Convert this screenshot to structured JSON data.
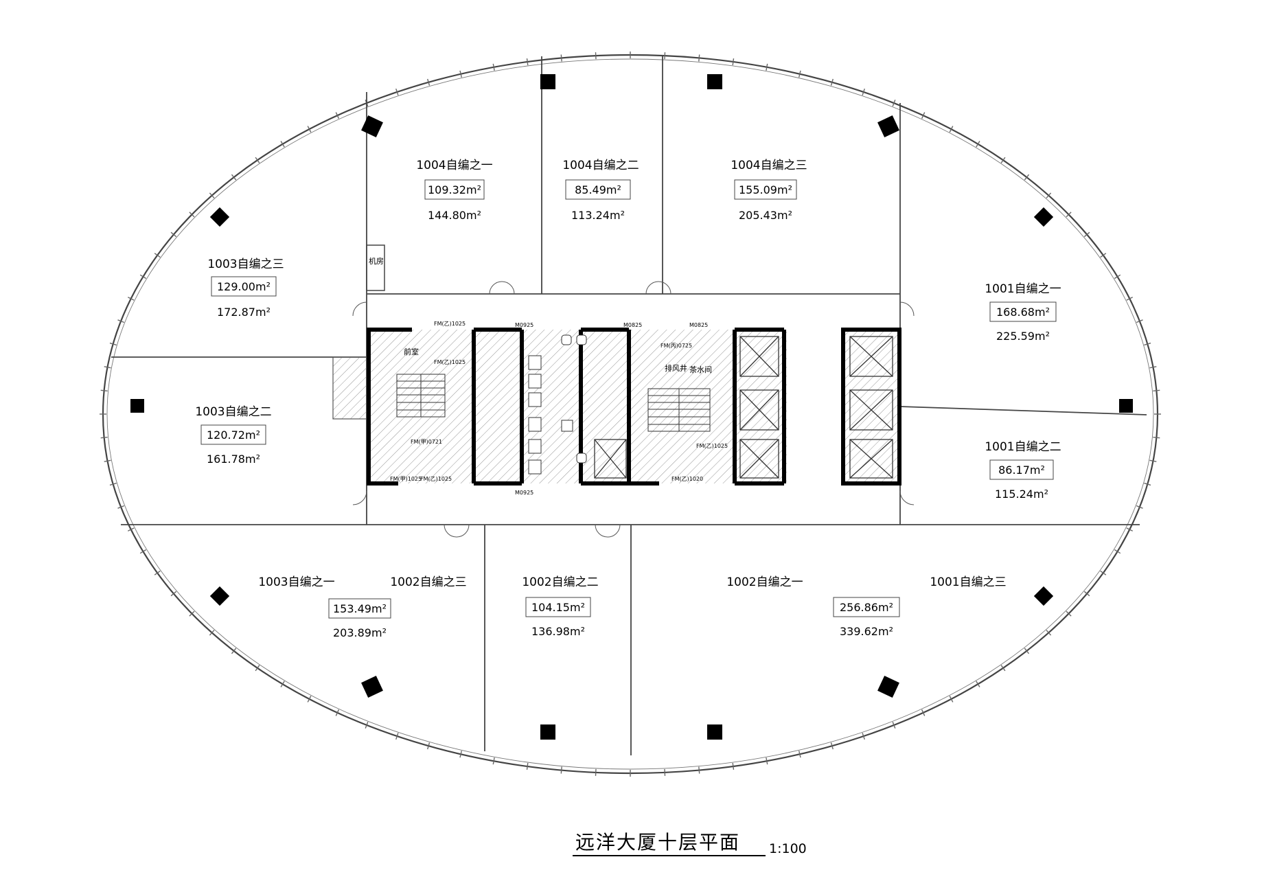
{
  "title": "远洋大厦十层平面",
  "scale": "1:100",
  "area_unit": "m²",
  "units": [
    {
      "name": "1004自编之一",
      "inner_area": "109.32m²",
      "gross_area": "144.80m²"
    },
    {
      "name": "1004自编之二",
      "inner_area": "85.49m²",
      "gross_area": "113.24m²"
    },
    {
      "name": "1004自编之三",
      "inner_area": "155.09m²",
      "gross_area": "205.43m²"
    },
    {
      "name": "1003自编之三",
      "inner_area": "129.00m²",
      "gross_area": "172.87m²"
    },
    {
      "name": "1003自编之二",
      "inner_area": "120.72m²",
      "gross_area": "161.78m²"
    },
    {
      "name": "1001自编之一",
      "inner_area": "168.68m²",
      "gross_area": "225.59m²"
    },
    {
      "name": "1001自编之二",
      "inner_area": "86.17m²",
      "gross_area": "115.24m²"
    },
    {
      "name": "1003自编之一",
      "inner_area": "153.49m²",
      "gross_area": "203.89m²"
    },
    {
      "name": "1002自编之二",
      "inner_area": "104.15m²",
      "gross_area": "136.98m²"
    },
    {
      "name": "1002自编之一",
      "inner_area": "256.86m²",
      "gross_area": "339.62m²"
    }
  ],
  "unlabeled_units": [
    "1002自编之三",
    "1001自编之三"
  ],
  "core_labels": {
    "machine_room": "机房",
    "anteroom": "前室",
    "tea_room": "茶水间",
    "shaft": "排风井"
  },
  "door_marks": [
    "FM(乙)1025",
    "FM(乙)1025",
    "FM(甲)0721",
    "FM(甲)1025",
    "FM(乙)1025",
    "M0925",
    "M0925",
    "M0825",
    "M0825",
    "FM(丙)0725",
    "FM(乙)1025",
    "FM(乙)1020"
  ]
}
